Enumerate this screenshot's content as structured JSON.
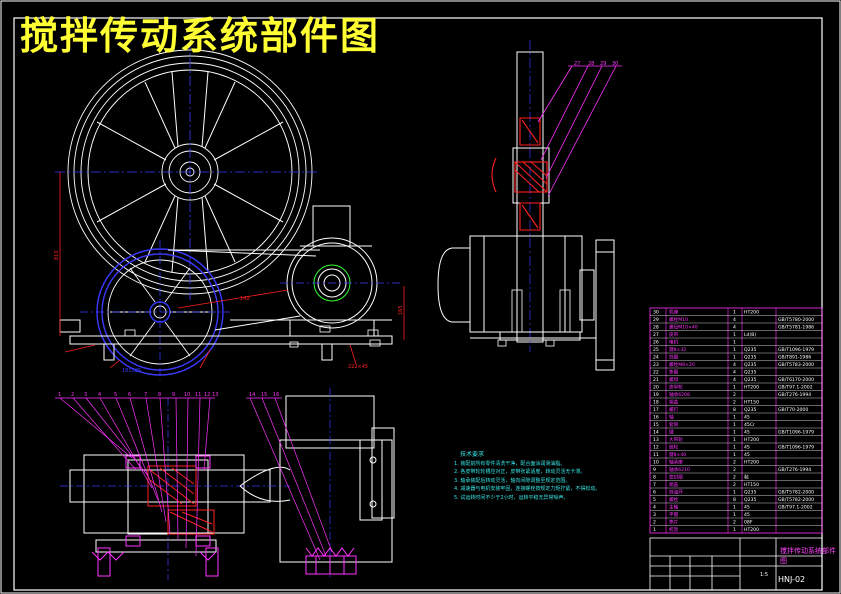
{
  "drawing": {
    "title": "搅拌传动系统部件图",
    "drawing_number": "HNJ-02",
    "drawing_name": "搅拌传动系统部件图",
    "scale": "1:5",
    "colors": {
      "background": "#000000",
      "title": "#ffff33",
      "frame": "#ffffff",
      "outline": "#ffffff",
      "blue": "#3a3aff",
      "magenta": "#ff33ff",
      "red": "#ff2020",
      "green": "#33ff33",
      "cyan": "#39e6e6",
      "yellow": "#ffff33"
    }
  },
  "notes": {
    "heading": "技术要求",
    "items": [
      "1. 装配前所有零件清洗干净，配合面涂润滑油脂。",
      "2. 各皮带轮轮槽应对正，皮带张紧适度，转动灵活无卡滞。",
      "3. 轴承装配后转动灵活，轴向间隙调整至规定范围。",
      "4. 减速器与电机安装牢固，连接螺栓按规定力矩拧紧，不得松动。",
      "5. 试运转时间不少于2小时，运转平稳无异常噪声。"
    ]
  },
  "dimensions": {
    "front_left_bottom": "181325",
    "front_vertical_left": "810",
    "front_vertical_right": "165",
    "front_diag": "140",
    "front_small_right": "222×45"
  },
  "balloons_top": [
    "27",
    "28",
    "29",
    "30"
  ],
  "balloons_section1": [
    "1",
    "2",
    "3",
    "4",
    "5",
    "6",
    "7",
    "8",
    "9",
    "10",
    "11",
    "12",
    "13"
  ],
  "balloons_section2": [
    "14",
    "15",
    "16"
  ],
  "bom": {
    "rows": [
      {
        "no": "30",
        "name": "机座",
        "qty": "1",
        "mat": "HT200",
        "std": ""
      },
      {
        "no": "29",
        "name": "螺栓M10",
        "qty": "4",
        "mat": "",
        "std": "GB/T5780-2000"
      },
      {
        "no": "28",
        "name": "螺母M10×40",
        "qty": "4",
        "mat": "",
        "std": "GB/T5781-1986"
      },
      {
        "no": "27",
        "name": "皮带",
        "qty": "1",
        "mat": "Ld(B)",
        "std": ""
      },
      {
        "no": "26",
        "name": "电机",
        "qty": "1",
        "mat": "",
        "std": ""
      },
      {
        "no": "25",
        "name": "键8×32",
        "qty": "1",
        "mat": "Q235",
        "std": "GB/T1096-1979"
      },
      {
        "no": "24",
        "name": "挡圈",
        "qty": "1",
        "mat": "Q235",
        "std": "GB/T891-1986"
      },
      {
        "no": "23",
        "name": "螺栓M8×20",
        "qty": "4",
        "mat": "Q235",
        "std": "GB/T5783-2000"
      },
      {
        "no": "22",
        "name": "垫圈",
        "qty": "4",
        "mat": "Q235",
        "std": ""
      },
      {
        "no": "21",
        "name": "螺母",
        "qty": "4",
        "mat": "Q235",
        "std": "GB/T6170-2000"
      },
      {
        "no": "20",
        "name": "皮带轮",
        "qty": "1",
        "mat": "HT200",
        "std": "GB/T97.1-2002"
      },
      {
        "no": "19",
        "name": "轴承6208",
        "qty": "2",
        "mat": "",
        "std": "GB/T276-1994"
      },
      {
        "no": "18",
        "name": "端盖",
        "qty": "2",
        "mat": "HT150",
        "std": ""
      },
      {
        "no": "17",
        "name": "螺钉",
        "qty": "8",
        "mat": "Q235",
        "std": "GB/T70-2000"
      },
      {
        "no": "16",
        "name": "轴",
        "qty": "1",
        "mat": "45",
        "std": ""
      },
      {
        "no": "15",
        "name": "套筒",
        "qty": "1",
        "mat": "45Cr",
        "std": ""
      },
      {
        "no": "14",
        "name": "键",
        "qty": "1",
        "mat": "45",
        "std": "GB/T1096-1979"
      },
      {
        "no": "13",
        "name": "大带轮",
        "qty": "1",
        "mat": "HT200",
        "std": ""
      },
      {
        "no": "12",
        "name": "链轮",
        "qty": "1",
        "mat": "45",
        "std": "GB/T1096-1979"
      },
      {
        "no": "11",
        "name": "键8×40",
        "qty": "1",
        "mat": "45",
        "std": ""
      },
      {
        "no": "10",
        "name": "轴承座",
        "qty": "2",
        "mat": "HT200",
        "std": ""
      },
      {
        "no": "9",
        "name": "轴承6210",
        "qty": "2",
        "mat": "",
        "std": "GB/T276-1994"
      },
      {
        "no": "8",
        "name": "密封圈",
        "qty": "2",
        "mat": "毡",
        "std": ""
      },
      {
        "no": "7",
        "name": "端盖",
        "qty": "2",
        "mat": "HT150",
        "std": ""
      },
      {
        "no": "6",
        "name": "挡油环",
        "qty": "1",
        "mat": "Q235",
        "std": "GB/T5782-2000"
      },
      {
        "no": "5",
        "name": "螺栓",
        "qty": "8",
        "mat": "Q235",
        "std": "GB/T5782-2000"
      },
      {
        "no": "4",
        "name": "主轴",
        "qty": "1",
        "mat": "45",
        "std": "GB/T97.1-2002"
      },
      {
        "no": "3",
        "name": "平键",
        "qty": "1",
        "mat": "45",
        "std": ""
      },
      {
        "no": "2",
        "name": "垫片",
        "qty": "2",
        "mat": "08F",
        "std": ""
      },
      {
        "no": "1",
        "name": "机架",
        "qty": "1",
        "mat": "HT200",
        "std": ""
      }
    ]
  }
}
